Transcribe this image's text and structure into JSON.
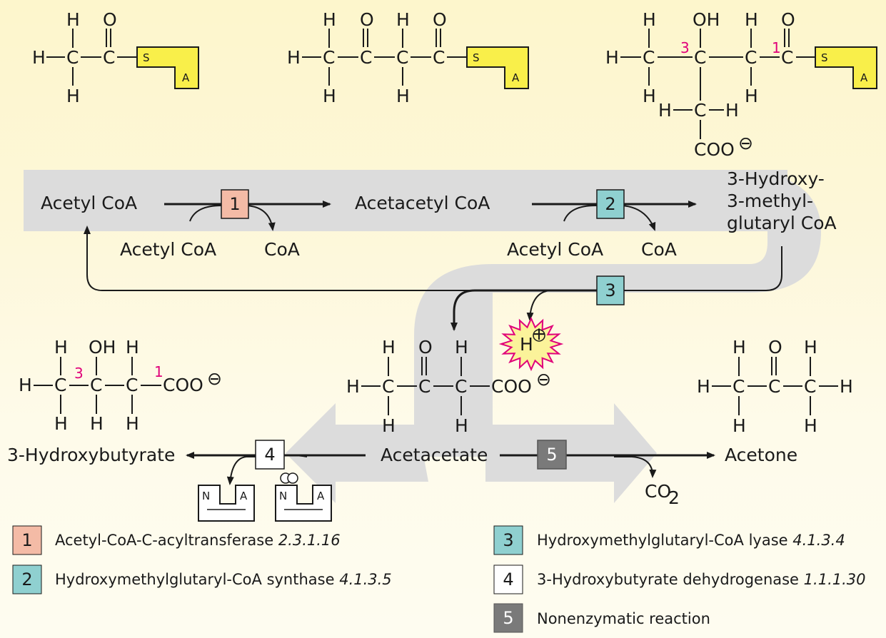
{
  "colors": {
    "enzyme1": "#f4bba6",
    "enzyme2": "#8fd0d0",
    "enzyme3": "#8fd0d0",
    "enzyme4": "#ffffff",
    "enzyme5": "#7a7a7a",
    "coa_yellow": "#f9ef4a",
    "position_number": "#e0007a",
    "flow_band": "#dcdcdc"
  },
  "atoms": {
    "H": "H",
    "C": "C",
    "O": "O",
    "OH": "OH",
    "COO": "COO",
    "S": "S",
    "A": "A",
    "N": "N"
  },
  "positions": {
    "p1": "1",
    "p3": "3"
  },
  "symbols": {
    "minus": "⊖",
    "plus": "+"
  },
  "compounds": {
    "acetyl_coa": "Acetyl CoA",
    "acetoacetyl_coa": "Acetacetyl CoA",
    "hmg_coa_line1": "3-Hydroxy-",
    "hmg_coa_line2": "3-methyl-",
    "hmg_coa_line3": "glutaryl CoA",
    "acetyl_coa_in1": "Acetyl CoA",
    "coa_out1": "CoA",
    "acetyl_coa_in2": "Acetyl CoA",
    "coa_out2": "CoA",
    "hydroxybutyrate": "3-Hydroxybutyrate",
    "acetacetate": "Acetacetate",
    "acetone": "Acetone",
    "co2_main": "CO",
    "co2_sub": "2"
  },
  "steps": {
    "s1": "1",
    "s2": "2",
    "s3": "3",
    "s4": "4",
    "s5": "5"
  },
  "legend": [
    {
      "num": "1",
      "name": "Acetyl-CoA-C-acyltransferase",
      "ec": "2.3.1.16"
    },
    {
      "num": "2",
      "name": "Hydroxymethylglutaryl-CoA synthase",
      "ec": "4.1.3.5"
    },
    {
      "num": "3",
      "name": "Hydroxymethylglutaryl-CoA lyase",
      "ec": "4.1.3.4"
    },
    {
      "num": "4",
      "name": "3-Hydroxybutyrate dehydrogenase",
      "ec": "1.1.1.30"
    },
    {
      "num": "5",
      "name": "Nonenzymatic reaction",
      "ec": ""
    }
  ]
}
